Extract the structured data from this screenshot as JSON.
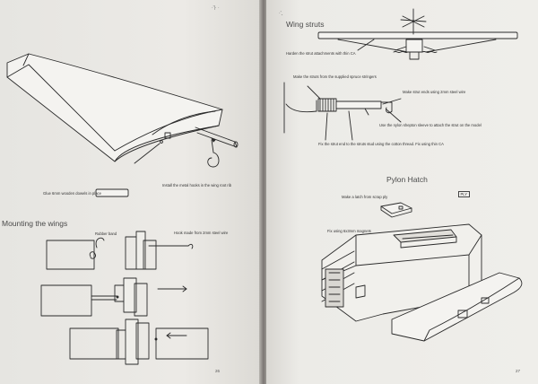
{
  "left_page": {
    "top_marks": "·'|· ·",
    "glue_label": "Glue 6mm wooden dowels in place",
    "hooks_label": "Install the metal hooks in the wing root rib",
    "heading": "Mounting the wings",
    "rubber_band_label": "Rubber band",
    "hook_wire_label": "Hook made from 2mm steel wire",
    "page_number": "26"
  },
  "right_page": {
    "top_marks": "·'ꞈ",
    "wing_struts_heading": "Wing struts",
    "harden_label": "Harden the strut attachments with thin CA",
    "make_struts_label": "Make the struts from the supplied spruce stringers",
    "make_ends_label": "Make strut ends using 2mm steel wire",
    "pylon_sleeve_label": "Use the nylon shepton sleeve to attach the strut on the model",
    "fix_strut_label": "Fix the strut end to the struts stud using the cotton thread. Fix using thin CA",
    "pylon_hatch_heading": "Pylon Hatch",
    "latch_label": "Make a latch from scrap ply",
    "ply_tag": "PLY",
    "magnets_label": "Fix using 6x3mm magnets",
    "page_number": "27"
  }
}
